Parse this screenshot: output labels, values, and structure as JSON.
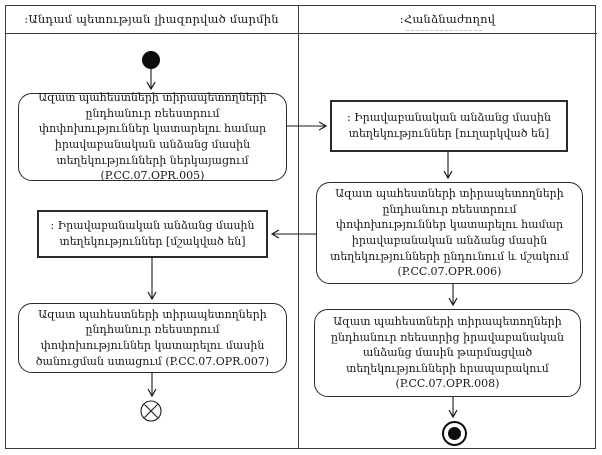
{
  "diagram": {
    "type": "uml-activity-diagram",
    "lanes": [
      {
        "title": ":Անդամ պետության լիազորված մարմին"
      },
      {
        "title": ":Հանձնաժողով"
      }
    ],
    "nodes": {
      "action_opr005": {
        "label": "Ազատ պահեստների տիրապետողների ընդհանուր ռեեստրում փոփոխություններ կատարելու համար իրավաբանական անձանց մասին տեղեկությունների ներկայացում (P.CC.07.OPR.005)"
      },
      "object_sent": {
        "label": ": Իրավաբանական անձանց մասին տեղեկություններ [ուղարկված են]"
      },
      "action_opr006": {
        "label": "Ազատ պահեստների տիրապետողների ընդհանուր ռեեստրում փոփոխություններ կատարելու համար իրավաբանական անձանց մասին տեղեկությունների ընդունում և մշակում (P.CC.07.OPR.006)"
      },
      "object_processed": {
        "label": ": Իրավաբանական անձանց մասին տեղեկություններ [մշակված են]"
      },
      "action_opr007": {
        "label": "Ազատ պահեստների տիրապետողների ընդհանուր ռեեստրում փոփոխություններ կատարելու մասին ծանուցման ստացում (P.CC.07.OPR.007)"
      },
      "action_opr008": {
        "label": "Ազատ պահեստների տիրապետողների ընդհանուր ռեեստրից իրավաբանական անձանց մասին թարմացված տեղեկությունների հրապարակում (P.CC.07.OPR.008)"
      }
    },
    "symbols": {
      "start": "initial-node",
      "flow_final": "flow-final-node",
      "activity_final": "activity-final-node"
    },
    "colors": {
      "line": "#1a1a1a",
      "background": "#ffffff",
      "artifact_gray": "#c4c4c4"
    }
  }
}
